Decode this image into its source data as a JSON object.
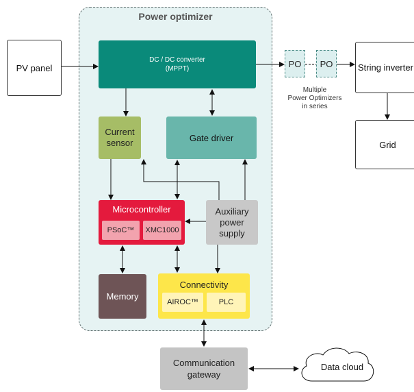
{
  "title": "Power optimizer",
  "pv_panel": "PV panel",
  "dcdc": {
    "line1": "DC / DC converter",
    "line2": "(MPPT)"
  },
  "current_sensor": {
    "line1": "Current",
    "line2": "sensor"
  },
  "gate_driver": "Gate driver",
  "microcontroller": {
    "title": "Microcontroller",
    "psoc": "PSoC™",
    "xmc": "XMC1000"
  },
  "auxiliary": {
    "line1": "Auxiliary",
    "line2": "power",
    "line3": "supply"
  },
  "memory": "Memory",
  "connectivity": {
    "title": "Connectivity",
    "airoc": "AIROC™",
    "plc": "PLC"
  },
  "gateway": {
    "line1": "Communication",
    "line2": "gateway"
  },
  "data_cloud": "Data cloud",
  "po_label": "PO",
  "multiple": {
    "line1": "Multiple",
    "line2": "Power Optimizers",
    "line3": "in series"
  },
  "string_inverter": "String inverter",
  "grid": "Grid",
  "colors": {
    "dcdc": "#0a8a7a",
    "current_sensor": "#a6bd66",
    "gate_driver": "#69b6ab",
    "microcontroller": "#e41a3d",
    "microcontroller_chip": "#f2a3ae",
    "auxiliary": "#c8c8c8",
    "memory": "#6e5456",
    "connectivity": "#fde64a",
    "connectivity_chip": "#fff4b8",
    "gateway": "#c4c4c4",
    "optimizer_region": "#e6f3f3"
  }
}
